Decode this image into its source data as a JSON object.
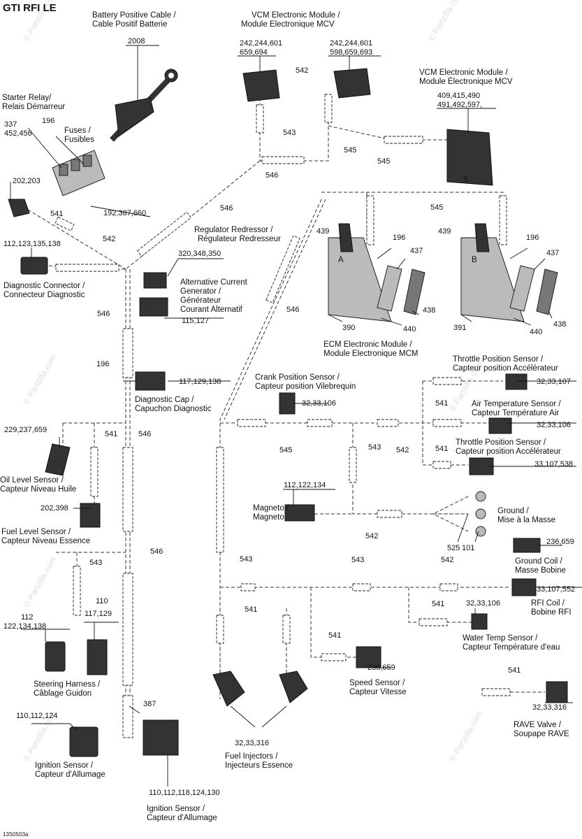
{
  "title": "GTI RFI LE",
  "footer_code": "13S0503a",
  "watermark": "© Partzilla.com",
  "labels": {
    "battery_cable": [
      "Battery Positive Cable /",
      "Cable Positif Batterie"
    ],
    "vcm_top": [
      "VCM Electronic Module /",
      "Module Electronique MCV"
    ],
    "vcm_right": [
      "VCM Electronic Module /",
      "Module Électronique MCV"
    ],
    "starter_relay": [
      "Starter Relay/",
      "Relais Démarreur"
    ],
    "fuses": [
      "Fuses /",
      "Fusibles"
    ],
    "regulator": [
      "Regulator Redressor /",
      "Régulateur Redresseur"
    ],
    "diag_connector": [
      "Diagnostic Connector /",
      "Connecteur Diagnostic"
    ],
    "alt_current": [
      "Alternative Current",
      "Generator /",
      "Générateur",
      "Courant Alternatif"
    ],
    "ecm": [
      "ECM Electronic Module /",
      "Module Electronique MCM"
    ],
    "diag_cap": [
      "Diagnostic Cap /",
      "Capuchon Diagnostic"
    ],
    "crank": [
      "Crank Position Sensor /",
      "Capteur position Vilebrequin"
    ],
    "throttle1": [
      "Throttle Position Sensor /",
      "Capteur position Accélérateur"
    ],
    "air_temp": [
      "Air Temperature Sensor /",
      "Capteur Température Air"
    ],
    "throttle2": [
      "Throttle Position Sensor /",
      "Capteur position Accélérateur"
    ],
    "oil_level": [
      "Oil Level Sensor /",
      "Capteur Niveau Huile"
    ],
    "fuel_level": [
      "Fuel Level Sensor /",
      "Capteur Niveau Essence"
    ],
    "magneto": [
      "Magneto /",
      "Magneto"
    ],
    "ground": [
      "Ground /",
      "Mise à la Masse"
    ],
    "ground_coil": [
      "Ground Coil /",
      "Masse Bobine"
    ],
    "rfi_coil": [
      "RFI Coil /",
      "Bobine RFI"
    ],
    "water_temp": [
      "Water Temp Sensor /",
      "Capteur Température d'eau"
    ],
    "steering": [
      "Steering Harness /",
      "Câblage Guidon"
    ],
    "speed": [
      "Speed Sensor /",
      "Capteur Vitesse"
    ],
    "rave": [
      "RAVE Valve /",
      "Soupape RAVE"
    ],
    "fuel_inj": [
      "Fuel Injectors /",
      "Injecteurs Essence"
    ],
    "ign1": [
      "Ignition Sensor /",
      "Capteur d'Allumage"
    ],
    "ign2": [
      "Ignition Sensor /",
      "Capteur d'Allumage"
    ],
    "ecm_a": "A",
    "ecm_b": "B",
    "vcm_pin": "5"
  },
  "numbers": {
    "n2008": "2008",
    "vcm_top_left": [
      "242,244,601",
      "659,694"
    ],
    "vcm_top_right": [
      "242,244,601",
      "598,659,693"
    ],
    "vcm_right": [
      "409,415,490",
      "491,492,597,"
    ],
    "starter_337": [
      "337",
      "452,456"
    ],
    "fuse_196": "196",
    "relay_202": "202,203",
    "fuse_192": "192,387,660",
    "diag_conn": "112,123,135,138",
    "reg": "320,348,350",
    "alt": "115,127",
    "diagcap_196": "196",
    "diagcap": "117,129,138",
    "crank": "32,33,106",
    "throttle1": "32,33,107",
    "air_temp": "32,33,106",
    "throttle2": "33,107,538",
    "oil": "229,237,659",
    "fuel_level": "202,398",
    "magneto": "112,122,134",
    "ground_525": "525",
    "ground_101": "101",
    "ground_coil": "236,659",
    "rfi_coil": "33,107,552",
    "water": "32,33,106",
    "steer_112": [
      "112",
      "122,134,138"
    ],
    "steer_110": [
      "110",
      "117,129"
    ],
    "speed": "238,659",
    "rave": "32,33,316",
    "inj": "32,33,316",
    "ign1": "110,112,124",
    "ign_387": "387",
    "ign2": "110,112,118,124,130",
    "ecm_439a": "439",
    "ecm_196a": "196",
    "ecm_437a": "437",
    "ecm_438a": "438",
    "ecm_390": "390",
    "ecm_440a": "440",
    "ecm_439b": "439",
    "ecm_196b": "196",
    "ecm_437b": "437",
    "ecm_438b": "438",
    "ecm_391": "391",
    "ecm_440b": "440"
  },
  "harness_labels": {
    "h542a": "542",
    "h543a": "543",
    "h545a": "545",
    "h545b": "545",
    "h546a": "546",
    "h546b": "546",
    "h545c": "545",
    "h541a": "541",
    "h542b": "542",
    "h546c": "546",
    "h546d": "546",
    "h541b": "541",
    "h546e": "546",
    "h545d": "545",
    "h543b": "543",
    "h542c": "542",
    "h541c": "541",
    "h541d": "541",
    "h542d": "542",
    "h546f": "546",
    "h543c": "543",
    "h543d": "543",
    "h543e": "543",
    "h542e": "542",
    "h541e": "541",
    "h541f": "541",
    "h541g": "541",
    "h541h": "541"
  }
}
